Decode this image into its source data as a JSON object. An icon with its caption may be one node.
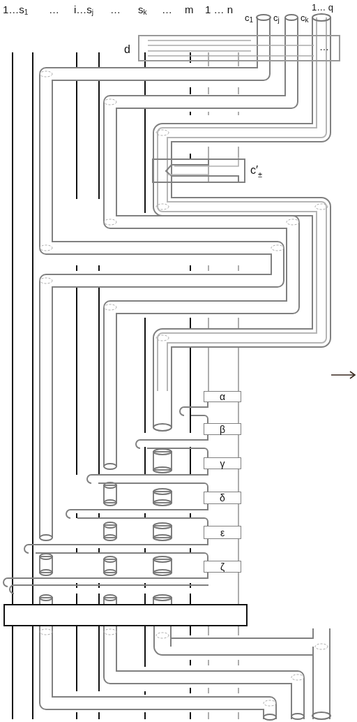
{
  "diagram": {
    "nodes": [
      {
        "text": [
          "…"
        ],
        "beside": [
          "d"
        ]
      },
      {
        "text": [],
        "shape": "box",
        "beside": [
          "c′$_{±}$"
        ]
      },
      {
        "text": [
          "α"
        ]
      },
      {
        "text": [
          "β"
        ]
      },
      {
        "text": [
          "γ"
        ]
      },
      {
        "text": [
          "δ"
        ]
      },
      {
        "text": [
          "ε"
        ]
      },
      {
        "text": [
          "ζ"
        ]
      },
      {
        "text": [],
        "shape": "box"
      }
    ],
    "edges": [
      {
        "from": 2,
        "to": 3,
        "arrow": "none"
      },
      {
        "from": 3,
        "to": 4,
        "arrow": "none"
      },
      {
        "from": 4,
        "to": 5,
        "arrow": "none"
      },
      {
        "from": 5,
        "to": 6,
        "arrow": "none"
      },
      {
        "from": 6,
        "to": 7,
        "arrow": "none"
      },
      {
        "from": 7,
        "to": 8,
        "arrow": "none"
      }
    ],
    "labels": [
      "1…s$_{1}$",
      "…",
      "i…s$_{j}$",
      "…",
      "s$_{k}$",
      "…",
      "m",
      "1 … n",
      "c$_{1}$",
      "c$_{j}$",
      "c$_{k}$",
      "1… q"
    ]
  }
}
